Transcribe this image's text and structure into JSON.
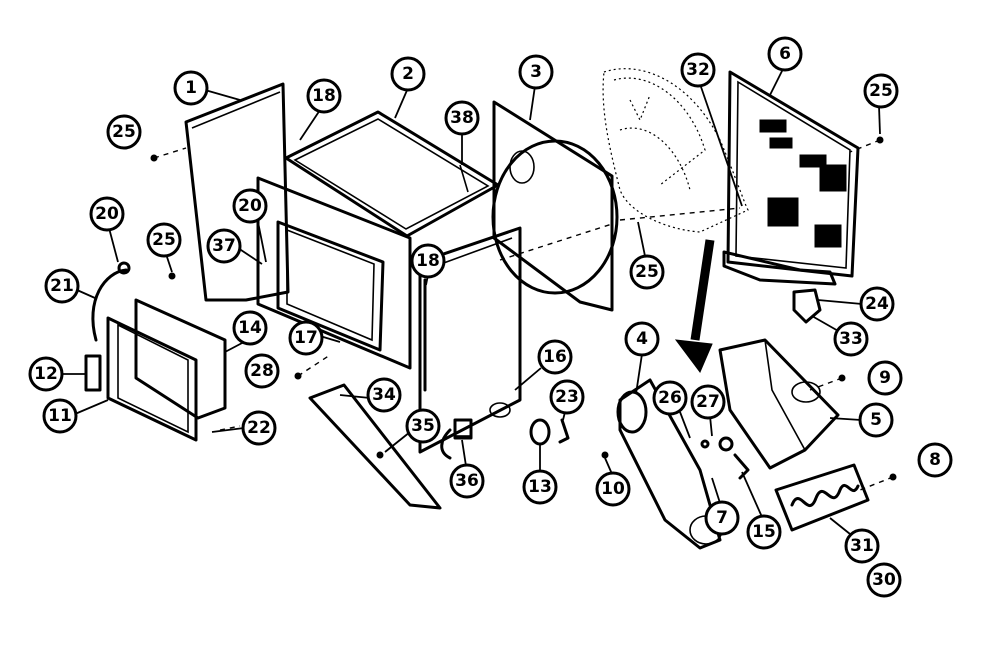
{
  "callouts": [
    {
      "id": "c1",
      "label": "1"
    },
    {
      "id": "c2",
      "label": "2"
    },
    {
      "id": "c3",
      "label": "3"
    },
    {
      "id": "c4",
      "label": "4"
    },
    {
      "id": "c5",
      "label": "5"
    },
    {
      "id": "c6",
      "label": "6"
    },
    {
      "id": "c7",
      "label": "7"
    },
    {
      "id": "c8",
      "label": "8"
    },
    {
      "id": "c9",
      "label": "9"
    },
    {
      "id": "c10",
      "label": "10"
    },
    {
      "id": "c11",
      "label": "11"
    },
    {
      "id": "c12",
      "label": "12"
    },
    {
      "id": "c13",
      "label": "13"
    },
    {
      "id": "c14",
      "label": "14"
    },
    {
      "id": "c15",
      "label": "15"
    },
    {
      "id": "c16",
      "label": "16"
    },
    {
      "id": "c17",
      "label": "17"
    },
    {
      "id": "c18a",
      "label": "18"
    },
    {
      "id": "c18b",
      "label": "18"
    },
    {
      "id": "c20a",
      "label": "20"
    },
    {
      "id": "c20b",
      "label": "20"
    },
    {
      "id": "c21",
      "label": "21"
    },
    {
      "id": "c22",
      "label": "22"
    },
    {
      "id": "c23",
      "label": "23"
    },
    {
      "id": "c24",
      "label": "24"
    },
    {
      "id": "c25a",
      "label": "25"
    },
    {
      "id": "c25b",
      "label": "25"
    },
    {
      "id": "c25c",
      "label": "25"
    },
    {
      "id": "c25d",
      "label": "25"
    },
    {
      "id": "c26",
      "label": "26"
    },
    {
      "id": "c27",
      "label": "27"
    },
    {
      "id": "c28",
      "label": "28"
    },
    {
      "id": "c30",
      "label": "30"
    },
    {
      "id": "c31",
      "label": "31"
    },
    {
      "id": "c32",
      "label": "32"
    },
    {
      "id": "c33",
      "label": "33"
    },
    {
      "id": "c34",
      "label": "34"
    },
    {
      "id": "c35",
      "label": "35"
    },
    {
      "id": "c36",
      "label": "36"
    },
    {
      "id": "c37",
      "label": "37"
    },
    {
      "id": "c38",
      "label": "38"
    }
  ]
}
